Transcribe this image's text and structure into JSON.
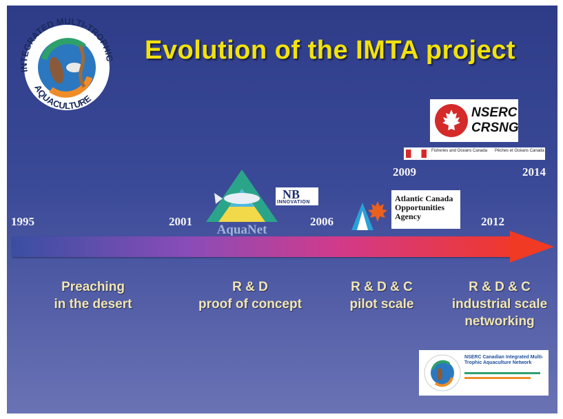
{
  "title": "Evolution of the IMTA project",
  "logo": {
    "text_top": "INTEGRATED MULTI-TROPHIC",
    "text_bottom": "AQUACULTURE"
  },
  "colors": {
    "title": "#f2e20c",
    "phase_text": "#f1e6b4",
    "arrow_start": "#3a4fa2",
    "arrow_end": "#f03a24"
  },
  "timeline": {
    "years": [
      "1995",
      "2001",
      "2006",
      "2009",
      "2012",
      "2014"
    ]
  },
  "phases": [
    {
      "line1": "Preaching",
      "line2": "in the desert"
    },
    {
      "line1": "R & D",
      "line2": "proof of concept"
    },
    {
      "line1": "R & D & C",
      "line2": "pilot scale"
    },
    {
      "line1": "R & D & C",
      "line2": "industrial scale",
      "line3": "networking"
    }
  ],
  "partners": {
    "aquanet": "AquaNet",
    "nb": "NB",
    "nb_sub": "INNOVATION",
    "acoa": "Atlantic Canada Opportunities Agency",
    "nserc_line1": "NSERC",
    "nserc_line2": "CRSNG",
    "dfo_en": "Fisheries and Oceans Canada",
    "dfo_fr": "Pêches et Océans Canada",
    "network": "NSERC Canadian Integrated Multi-Trophic Aquaculture Network"
  }
}
